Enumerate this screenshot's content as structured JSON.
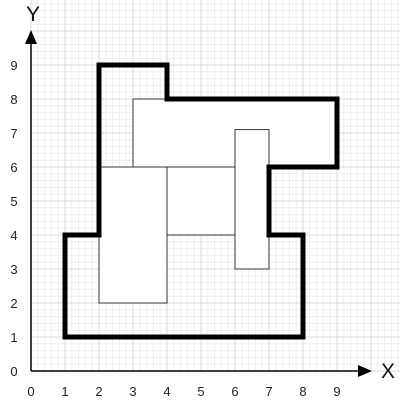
{
  "axes": {
    "x_title": "X",
    "y_title": "Y",
    "x_ticks": [
      "0",
      "1",
      "2",
      "3",
      "4",
      "5",
      "6",
      "7",
      "8",
      "9"
    ],
    "y_ticks": [
      "0",
      "1",
      "2",
      "3",
      "4",
      "5",
      "6",
      "7",
      "8",
      "9"
    ]
  },
  "grid": {
    "major_every": 1,
    "minor_every": 0.2,
    "x_range": [
      0,
      10
    ],
    "y_range": [
      0,
      10
    ]
  },
  "colors": {
    "major_grid": "#d9d9d9",
    "minor_grid": "#eeeeee",
    "axis": "#000000",
    "outline": "#000000",
    "rect_fill": "#ffffff",
    "rect_stroke": "#333333"
  },
  "outline_polygon": [
    [
      2,
      9
    ],
    [
      4,
      9
    ],
    [
      4,
      8
    ],
    [
      9,
      8
    ],
    [
      9,
      6
    ],
    [
      7,
      6
    ],
    [
      7,
      4
    ],
    [
      8,
      4
    ],
    [
      8,
      1
    ],
    [
      1,
      1
    ],
    [
      1,
      4
    ],
    [
      2,
      4
    ]
  ],
  "rectangles": [
    {
      "name": "rect-tall-left",
      "x1": 2,
      "y1": 2,
      "x2": 4,
      "y2": 6
    },
    {
      "name": "rect-top",
      "x1": 3,
      "y1": 6,
      "x2": 9,
      "y2": 8
    },
    {
      "name": "rect-middle",
      "x1": 4,
      "y1": 4,
      "x2": 6,
      "y2": 6
    },
    {
      "name": "rect-right-narrow",
      "x1": 6,
      "y1": 3,
      "x2": 7,
      "y2": 7.1
    }
  ]
}
